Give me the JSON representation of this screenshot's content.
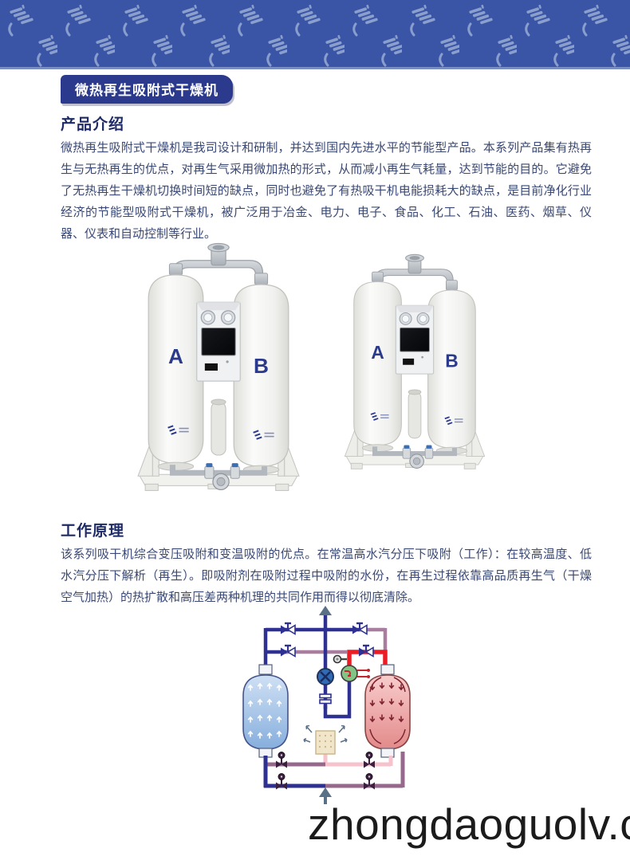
{
  "badge": {
    "label": "微热再生吸附式干燥机"
  },
  "sections": {
    "intro": {
      "heading": "产品介绍",
      "body": "微热再生吸附式干燥机是我司设计和研制，并达到国内先进水平的节能型产品。本系列产品集有热再生与无热再生的优点，对再生气采用微加热的形式，从而减小再生气耗量，达到节能的目的。它避免了无热再生干燥机切换时间短的缺点，同时也避免了有热吸干机电能损耗大的缺点，是目前净化行业经济的节能型吸附式干燥机，被广泛用于冶金、电力、电子、食品、化工、石油、医药、烟草、仪器、仪表和自动控制等行业。"
    },
    "principle": {
      "heading": "工作原理",
      "body": "该系列吸干机综合变压吸附和变温吸附的优点。在常温高水汽分压下吸附（工作）：在较高温度、低水汽分压下解析（再生）。即吸附剂在吸附过程中吸附的水份，在再生过程依靠高品质再生气（干燥空气加热）的热扩散和高压差两种机理的共同作用而得以彻底清除。"
    }
  },
  "machines": {
    "tower_a_label": "A",
    "tower_b_label": "B"
  },
  "watermark": {
    "text": "zhongdaoguolv.c"
  },
  "colors": {
    "header_band": "#3a55a6",
    "header_logo": "#93a7d2",
    "badge_navy": "#2b3a8c",
    "heading_navy": "#1f2b66",
    "body_text": "#3a4875",
    "pipe_active_navy": "#2e3192",
    "pipe_hot_red": "#ec1c24",
    "pipe_inactive_mauve": "#a97d9d",
    "pipe_purge_pink": "#f6c2cc",
    "vessel_adsorbing_blue": "#86aedd",
    "vessel_regenerating_red": "#e38a8a",
    "heater_green": "#83c383",
    "valve_dark_plum": "#3a1f3f",
    "arrow_slate": "#5a7086"
  }
}
